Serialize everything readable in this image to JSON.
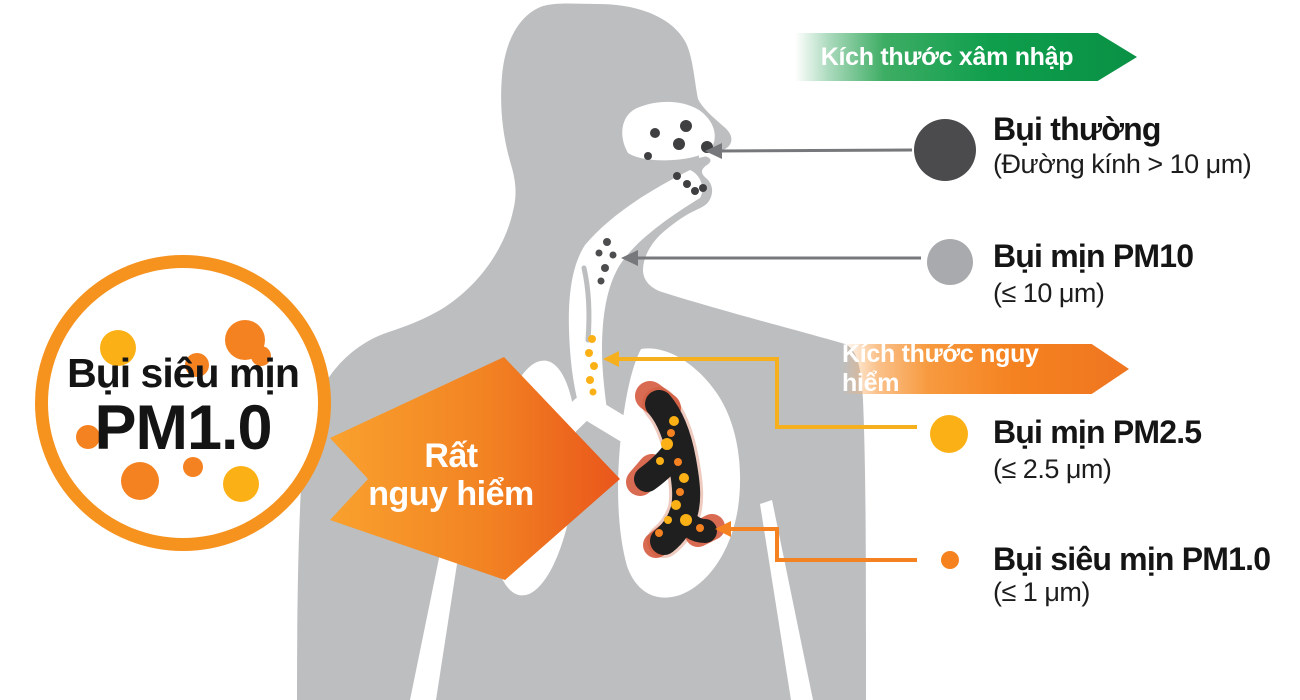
{
  "bubble": {
    "line1": "Bụi siêu mịn",
    "line2": "PM1.0"
  },
  "danger_arrow": {
    "line1": "Rất",
    "line2": "nguy hiểm"
  },
  "banners": {
    "intrusion": {
      "label": "Kích thước xâm nhập",
      "color": "#0E9E4C"
    },
    "danger": {
      "label": "Kích thước nguy hiểm",
      "color": "#F58220"
    }
  },
  "legend": [
    {
      "name": "normal-dust",
      "title": "Bụi thường",
      "subtitle": "(Đường kính > 10 μm)",
      "swatch_color": "#4B4B4D"
    },
    {
      "name": "pm10",
      "title": "Bụi mịn PM10",
      "subtitle": "(≤ 10 μm)",
      "swatch_color": "#A8AAAD"
    },
    {
      "name": "pm2_5",
      "title": "Bụi mịn PM2.5",
      "subtitle": "(≤ 2.5 μm)",
      "swatch_color": "#FBB116"
    },
    {
      "name": "pm1_0",
      "title": "Bụi siêu mịn PM1.0",
      "subtitle": "(≤ 1 μm)",
      "swatch_color": "#F5821F"
    }
  ],
  "palette": {
    "body_gray": "#BCBEC0",
    "dark_dust": "#3F3F41",
    "tree_black": "#1F1F1F",
    "lung_tip_salmon": "#D96B52",
    "connector_yellow": "#F6B01E",
    "connector_orange": "#F58221",
    "gray_arrow": "#77787B",
    "arrow_gradient_start": "#F9A12E",
    "arrow_gradient_end": "#E9561B",
    "bubble_border": "#F6921E",
    "dot_yellow": "#FBB116",
    "dot_orange": "#F58220"
  }
}
